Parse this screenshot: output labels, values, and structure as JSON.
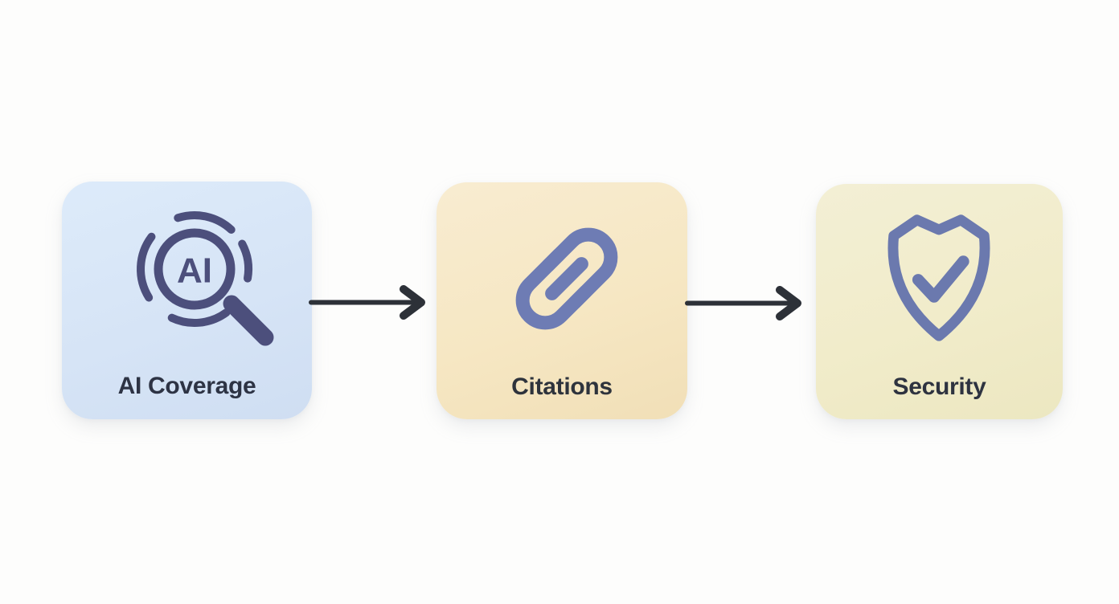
{
  "diagram": {
    "title": "",
    "background_color": "#fdfdfc",
    "arrow_color": "#2d3138",
    "nodes": [
      {
        "id": "ai-coverage",
        "label": "AI Coverage",
        "icon": "ai-magnifier-icon",
        "icon_text": "AI",
        "bg_color": "#d6e4f6",
        "icon_color": "#4c4f7c",
        "label_color": "#2d3344"
      },
      {
        "id": "citations",
        "label": "Citations",
        "icon": "chain-link-icon",
        "bg_color": "#f6e7c3",
        "icon_color": "#6e7cb4",
        "label_color": "#2e333c"
      },
      {
        "id": "security",
        "label": "Security",
        "icon": "shield-check-icon",
        "bg_color": "#f1ecca",
        "icon_color": "#6b79ae",
        "label_color": "#2e3340"
      }
    ],
    "connections": [
      {
        "from": "ai-coverage",
        "to": "citations"
      },
      {
        "from": "citations",
        "to": "security"
      }
    ]
  }
}
